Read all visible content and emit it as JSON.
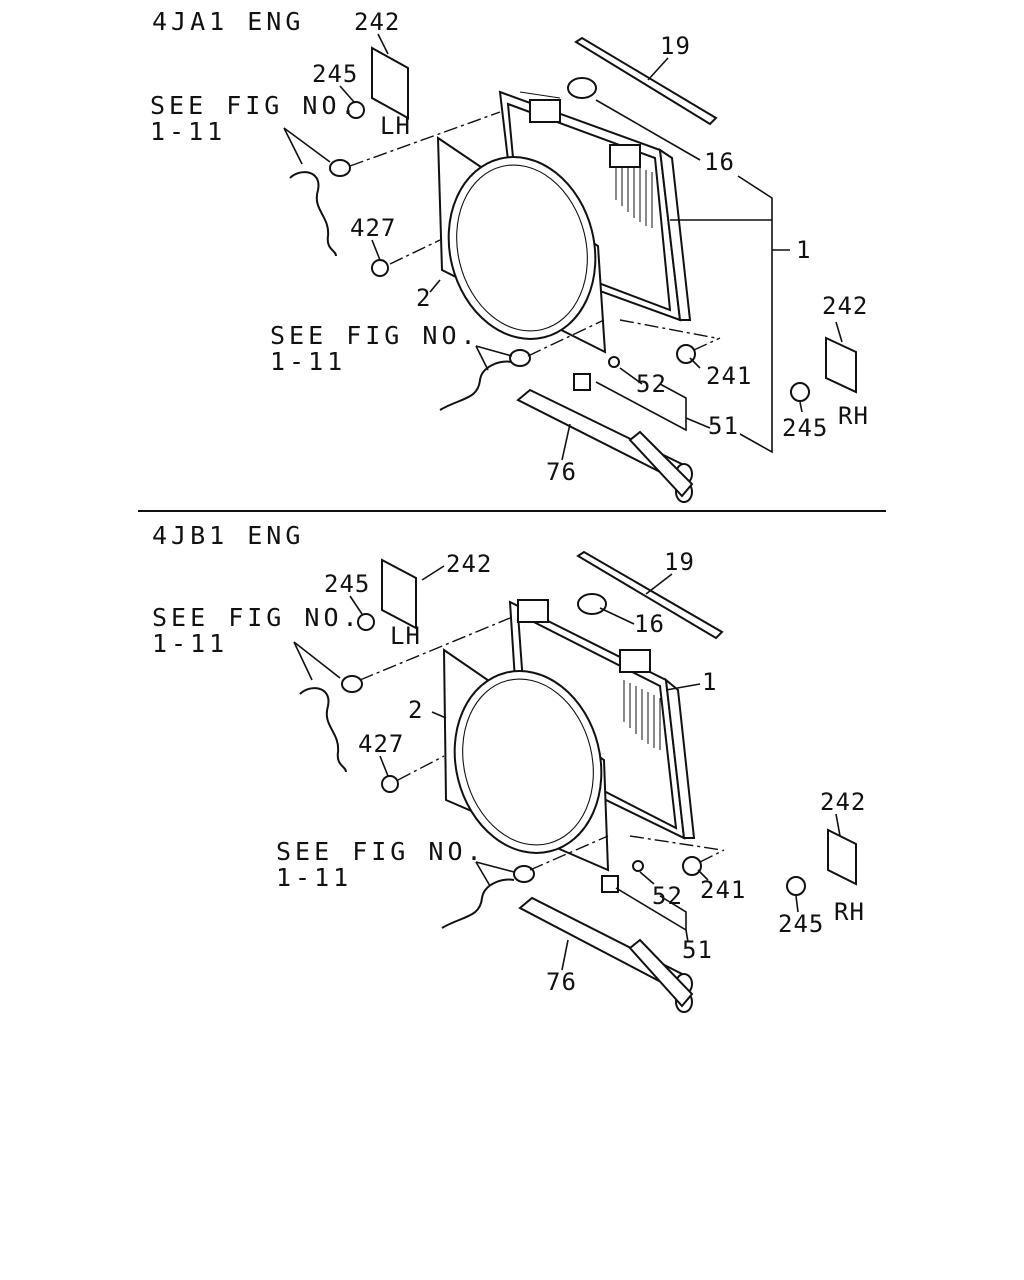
{
  "sections": [
    {
      "title": "4JA1 ENG",
      "labels": {
        "p242_top": "242",
        "p245_top": "245",
        "lh": "LH",
        "p19": "19",
        "p16": "16",
        "p1": "1",
        "p427": "427",
        "p2": "2",
        "p241": "241",
        "p52": "52",
        "p51": "51",
        "p76": "76",
        "p242_rh": "242",
        "p245_rh": "245",
        "rh": "RH"
      },
      "see_fig_upper": [
        "SEE FIG NO.",
        "1-11"
      ],
      "see_fig_lower": [
        "SEE FIG NO.",
        "1-11"
      ]
    },
    {
      "title": "4JB1 ENG",
      "labels": {
        "p242_top": "242",
        "p245_top": "245",
        "lh": "LH",
        "p19": "19",
        "p16": "16",
        "p1": "1",
        "p427": "427",
        "p2": "2",
        "p241": "241",
        "p52": "52",
        "p51": "51",
        "p76": "76",
        "p242_rh": "242",
        "p245_rh": "245",
        "rh": "RH"
      },
      "see_fig_upper": [
        "SEE FIG NO.",
        "1-11"
      ],
      "see_fig_lower": [
        "SEE FIG NO.",
        "1-11"
      ]
    }
  ]
}
